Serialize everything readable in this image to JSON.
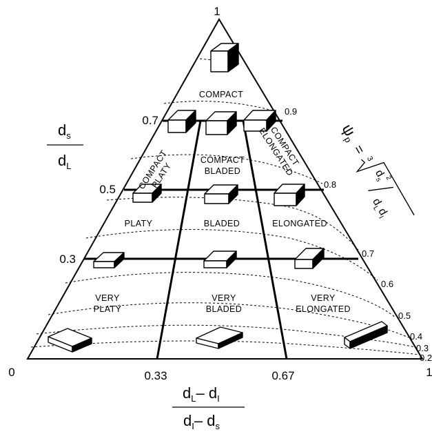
{
  "apex_top_label": "1",
  "axis_corner_left": "0",
  "axis_corner_right": "1",
  "x_axis": {
    "tick_labels": [
      "0.33",
      "0.67"
    ],
    "label_numerator": {
      "main_a": "d",
      "sub_a": "L",
      "minus": "– d",
      "sub_b": "I"
    },
    "label_denominator": {
      "main_a": "d",
      "sub_a": "I",
      "minus": "– d",
      "sub_b": "s"
    }
  },
  "y_axis": {
    "tick_labels": [
      "0.7",
      "0.5",
      "0.3"
    ],
    "label_numerator": {
      "main": "d",
      "sub": "s"
    },
    "label_denominator": {
      "main": "d",
      "sub": "L"
    }
  },
  "sphericity": {
    "symbol": "ψ",
    "symbol_sub": "p",
    "equals": "=",
    "root_index": "3",
    "term_top": "d",
    "term_top_sub": "s",
    "term_top_sup": "2",
    "term_bottom": "d",
    "term_bottom_sub_a": "L",
    "term_bottom_sub_b": "d",
    "term_bottom_sub_c": "I",
    "contour_labels": [
      "0.9",
      "0.8",
      "0.7",
      "0.6",
      "0.5",
      "0.4",
      "0.3",
      "0.2"
    ]
  },
  "classes": {
    "compact": "COMPACT",
    "compact_platy": [
      "COMPACT",
      "PLATY"
    ],
    "compact_bladed": [
      "COMPACT",
      "BLADED"
    ],
    "compact_elongated": [
      "COMPACT",
      "ELONGATED"
    ],
    "platy": "PLATY",
    "bladed": "BLADED",
    "elongated": "ELONGATED",
    "very_platy": [
      "VERY",
      "PLATY"
    ],
    "very_bladed": [
      "VERY",
      "BLADED"
    ],
    "very_elongated": [
      "VERY",
      "ELONGATED"
    ]
  }
}
